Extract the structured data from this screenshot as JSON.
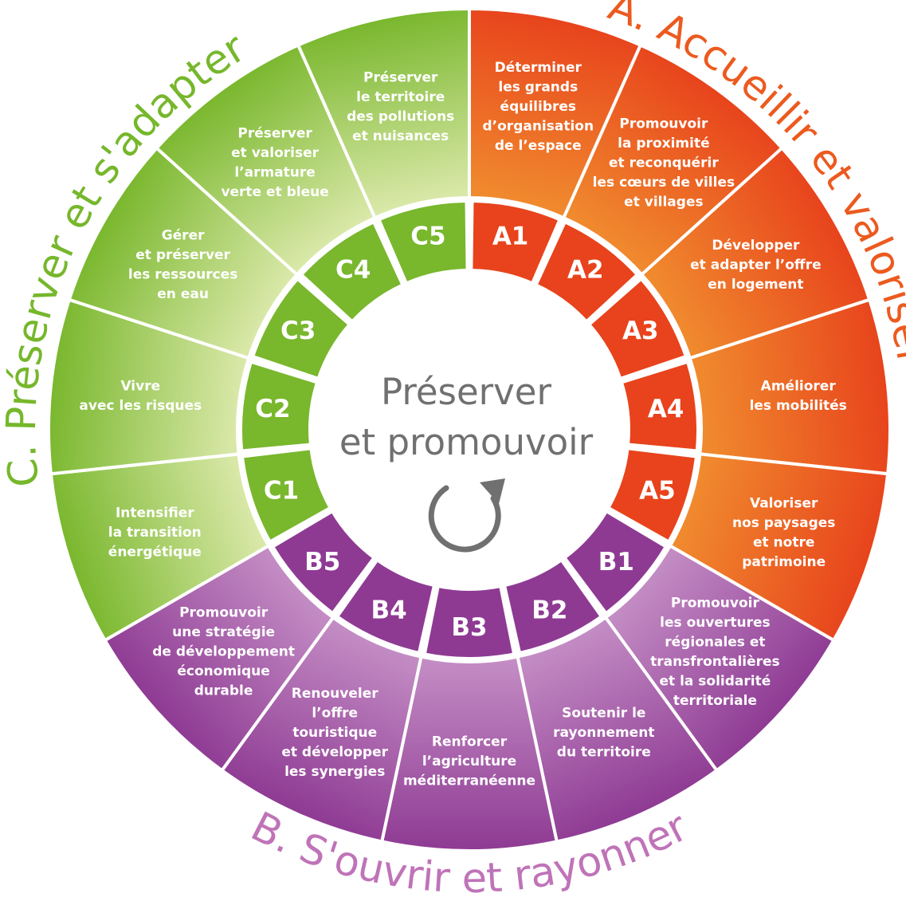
{
  "center": {
    "line1": "Préserver",
    "line2": "et promouvoir",
    "icon": "refresh-cycle-icon"
  },
  "colors": {
    "orange_dark": "#e8431c",
    "orange_light": "#f08a2e",
    "purple_dark": "#8e3a93",
    "purple_light": "#c38cc4",
    "green_dark": "#79b72d",
    "green_light": "#d9e8a8",
    "title_orange": "#ec5a1f",
    "title_purple": "#bf73b8",
    "title_green": "#76b72b",
    "center_grey": "#707070"
  },
  "groups": [
    {
      "id": "A",
      "title": "A. Accueillir et valoriser",
      "segments": [
        {
          "code": "A1",
          "lines": [
            "Déterminer",
            "les grands",
            "équilibres",
            "d’organisation",
            "de l’espace"
          ]
        },
        {
          "code": "A2",
          "lines": [
            "Promouvoir",
            "la proximité",
            "et reconquérir",
            "les cœurs de villes",
            "et villages"
          ]
        },
        {
          "code": "A3",
          "lines": [
            "Développer",
            "et adapter l’offre",
            "en logement"
          ]
        },
        {
          "code": "A4",
          "lines": [
            "Améliorer",
            "les mobilités"
          ]
        },
        {
          "code": "A5",
          "lines": [
            "Valoriser",
            "nos paysages",
            "et notre",
            "patrimoine"
          ]
        }
      ]
    },
    {
      "id": "B",
      "title": "B. S'ouvrir et rayonner",
      "segments": [
        {
          "code": "B1",
          "lines": [
            "Promouvoir",
            "les ouvertures",
            "régionales et",
            "transfrontalières",
            "et la solidarité",
            "territoriale"
          ]
        },
        {
          "code": "B2",
          "lines": [
            "Soutenir le",
            "rayonnement",
            "du territoire"
          ]
        },
        {
          "code": "B3",
          "lines": [
            "Renforcer",
            "l’agriculture",
            "méditerranéenne"
          ]
        },
        {
          "code": "B4",
          "lines": [
            "Renouveler",
            "l’offre",
            "touristique",
            "et développer",
            "les synergies"
          ]
        },
        {
          "code": "B5",
          "lines": [
            "Promouvoir",
            "une stratégie",
            "de développement",
            "économique",
            "durable"
          ]
        }
      ]
    },
    {
      "id": "C",
      "title": "C. Préserver et s'adapter",
      "segments": [
        {
          "code": "C1",
          "lines": [
            "Intensifier",
            "la transition",
            "énergétique"
          ]
        },
        {
          "code": "C2",
          "lines": [
            "Vivre",
            "avec les risques"
          ]
        },
        {
          "code": "C3",
          "lines": [
            "Gérer",
            "et préserver",
            "les ressources",
            "en eau"
          ]
        },
        {
          "code": "C4",
          "lines": [
            "Préserver",
            "et valoriser",
            "l’armature",
            "verte et bleue"
          ]
        },
        {
          "code": "C5",
          "lines": [
            "Préserver",
            "le territoire",
            "des pollutions",
            "et nuisances"
          ]
        }
      ]
    }
  ]
}
